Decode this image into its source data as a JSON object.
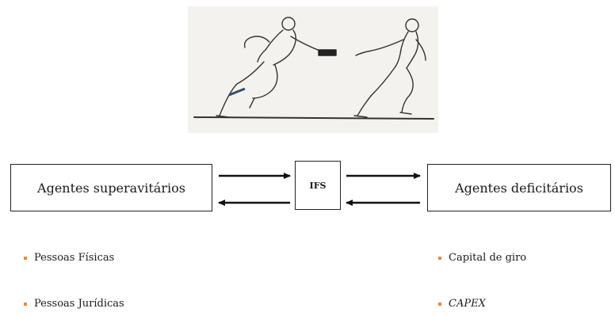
{
  "diagram": {
    "left_box": "Agentes superavitários",
    "middle_box": "IFS",
    "right_box": "Agentes deficitários",
    "left_list": [
      "Pessoas Físicas",
      "Pessoas Jurídicas"
    ],
    "right_list": [
      "Capital de giro",
      "CAPEX"
    ],
    "bullet_color": "#e8893a",
    "illustration": "relay-runners-baton-pass"
  }
}
